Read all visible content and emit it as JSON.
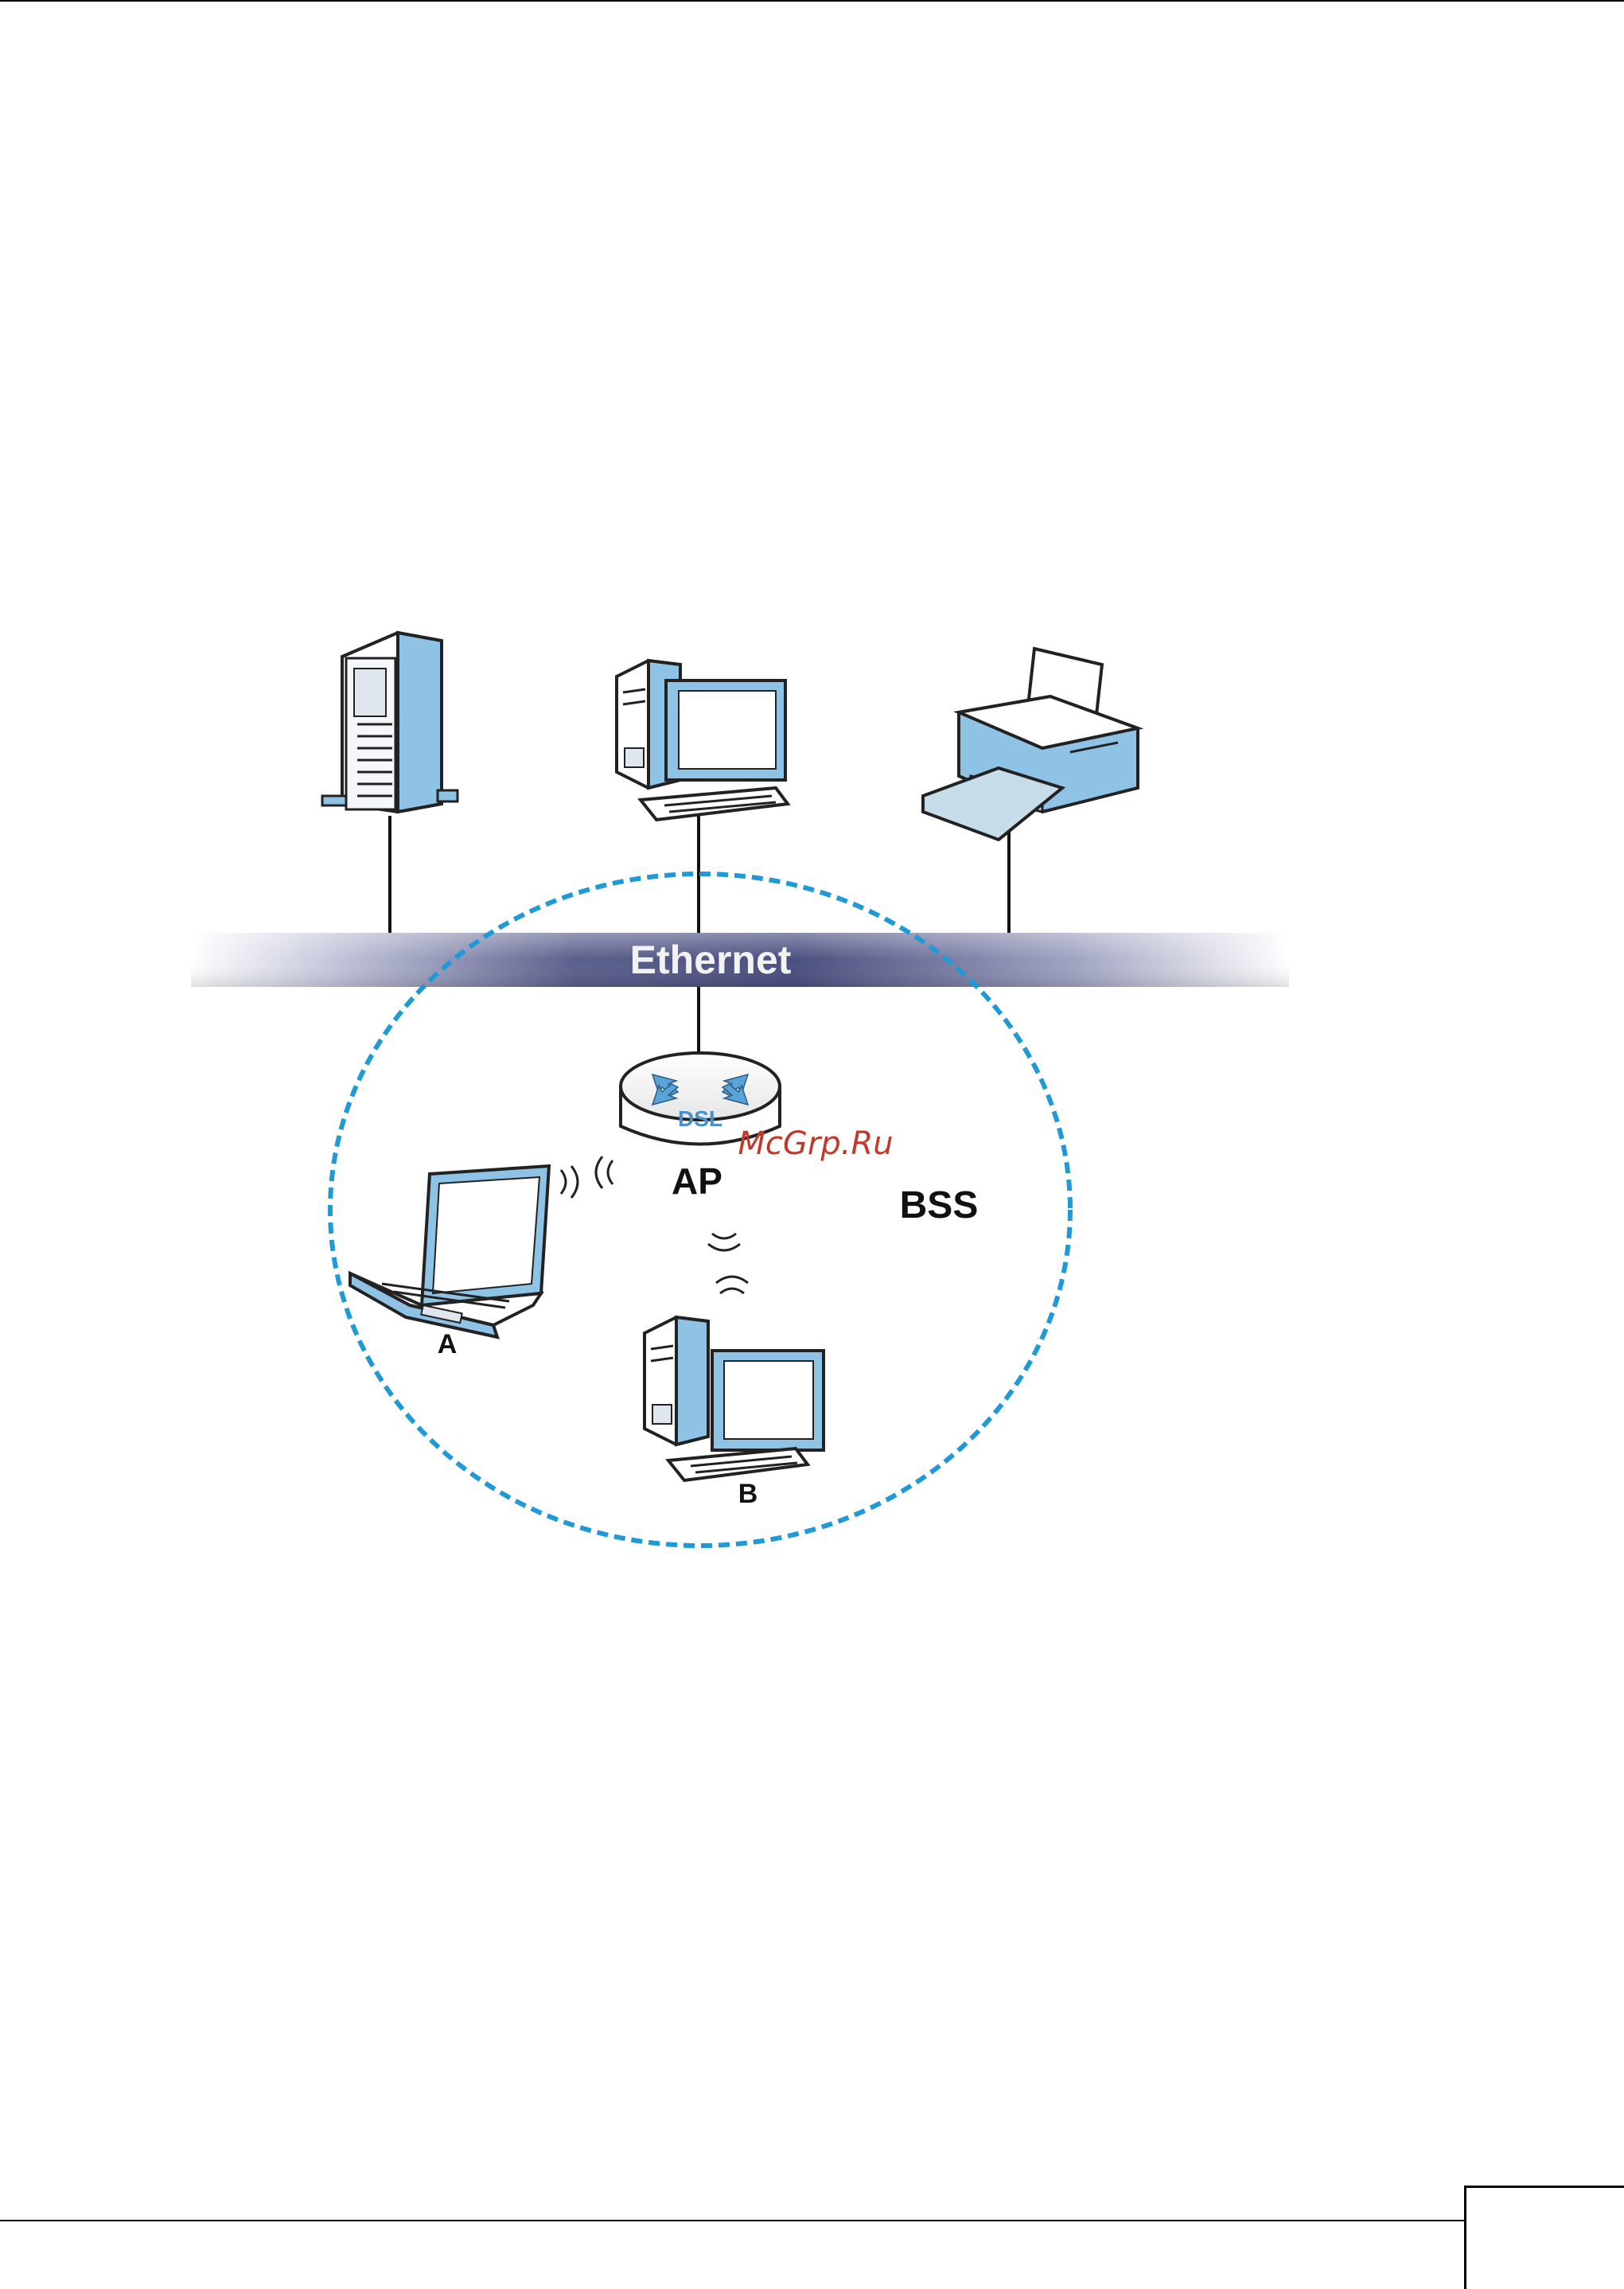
{
  "labels": {
    "ethernet": "Ethernet",
    "ap": "AP",
    "bss": "BSS",
    "station_a": "A",
    "station_b": "B",
    "router_badge": "DSL"
  },
  "watermark": "McGrp.Ru",
  "colors": {
    "bss_circle": "#1f9ad6",
    "ethernet_band": "#5b5f8c",
    "device_blue": "#8fc3e6",
    "device_dark": "#2a2a2a",
    "watermark": "#c0392b"
  },
  "icons": {
    "server": "server-tower-icon",
    "workstation": "desktop-computer-icon",
    "printer": "printer-icon",
    "access_point": "dsl-router-icon",
    "laptop": "laptop-icon",
    "wifi": "wifi-signal-icon"
  }
}
